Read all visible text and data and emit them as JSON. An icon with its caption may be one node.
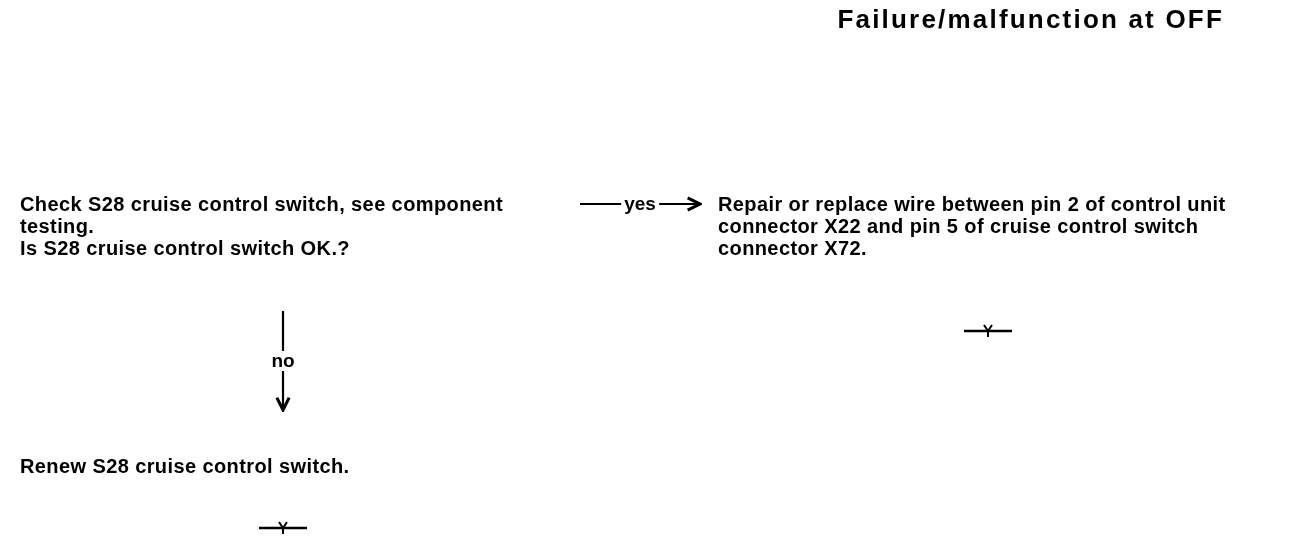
{
  "diagram": {
    "title": "Failure/malfunction at OFF",
    "nodes": [
      {
        "text": [
          "Check S28 cruise control switch, see component testing.",
          "Is S28 cruise control switch OK.?"
        ]
      },
      {
        "text": [
          "Repair or replace wire between pin 2 of control unit connector X22 and pin 5 of cruise control switch connector X72."
        ]
      },
      {
        "text": [
          "Renew S28 cruise control switch."
        ]
      }
    ],
    "edges": [
      {
        "from": 0,
        "to": 1,
        "arrow": "to",
        "label": "yes"
      },
      {
        "from": 0,
        "to": 2,
        "arrow": "to",
        "label": "no"
      }
    ]
  }
}
